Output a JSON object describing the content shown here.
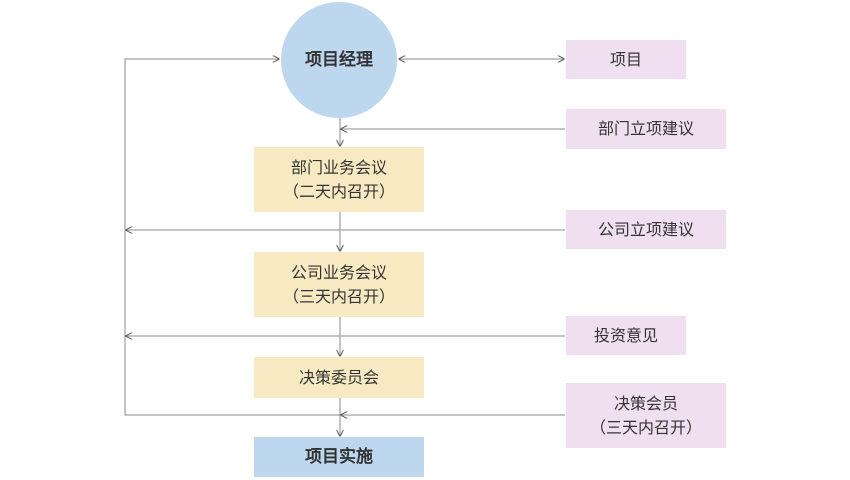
{
  "nodes": {
    "project_manager": "项目经理",
    "project": "项目",
    "dept_proposal": "部门立项建议",
    "dept_meeting": {
      "line1": "部门业务会议",
      "line2": "（二天内召开）"
    },
    "company_proposal": "公司立项建议",
    "company_meeting": {
      "line1": "公司业务会议",
      "line2": "（三天内召开）"
    },
    "investment_opinion": "投资意见",
    "decision_committee": "决策委员会",
    "decision_meeting": {
      "line1": "决策会员",
      "line2": "（三天内召开）"
    },
    "project_implementation": "项目实施"
  },
  "colors": {
    "circle": "#bdd7ee",
    "step": "#f7eac3",
    "final": "#bdd7ee",
    "side": "#f0dff0",
    "line": "#666666"
  }
}
